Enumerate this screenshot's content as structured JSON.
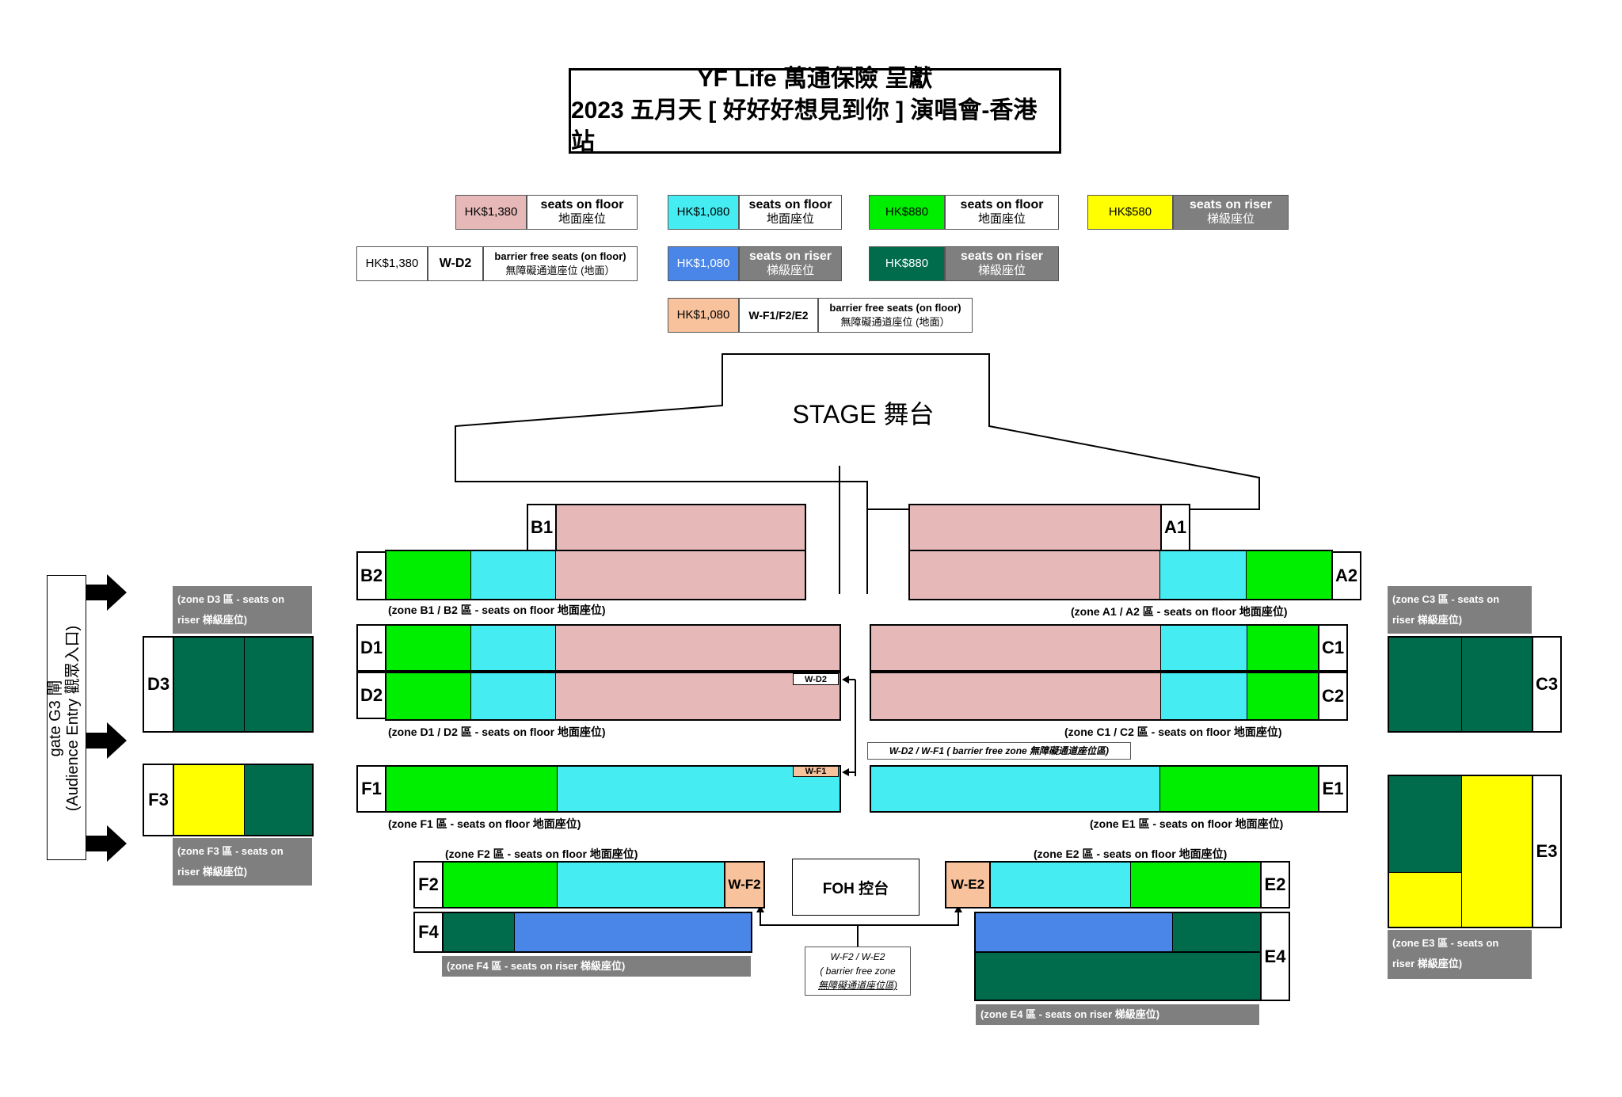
{
  "title": {
    "line1": "YF Life 萬通保險 呈獻",
    "line2": "2023 五月天 [  好好好想見到你  ] 演唱會-香港站"
  },
  "legend": {
    "pink_price": "HK$1,380",
    "pink_en": "seats on floor",
    "pink_zh": "地面座位",
    "cyan_price": "HK$1,080",
    "cyan_en": "seats on floor",
    "cyan_zh": "地面座位",
    "green_price": "HK$880",
    "green_en": "seats on floor",
    "green_zh": "地面座位",
    "yellow_price": "HK$580",
    "yellow_en": "seats on riser",
    "yellow_zh": "梯級座位",
    "wd2_price": "HK$1,380",
    "wd2_code": "W-D2",
    "wd2_en": "barrier free seats (on floor)",
    "wd2_zh": "無障礙通道座位 (地面）",
    "blue_price": "HK$1,080",
    "blue_en": "seats on riser",
    "blue_zh": "梯級座位",
    "dgreen_price": "HK$880",
    "dgreen_en": "seats on riser",
    "dgreen_zh": "梯級座位",
    "wf_price": "HK$1,080",
    "wf_code": "W-F1/F2/E2",
    "wf_en": "barrier free seats (on floor)",
    "wf_zh": "無障礙通道座位 (地面）"
  },
  "stage": {
    "label": "STAGE  舞台"
  },
  "gate": {
    "line1": "gate G3 閘",
    "line2": "(Audience Entry 觀眾入口)"
  },
  "zones": {
    "A1": "A1",
    "A2": "A2",
    "B1": "B1",
    "B2": "B2",
    "C1": "C1",
    "C2": "C2",
    "C3": "C3",
    "D1": "D1",
    "D2": "D2",
    "D3": "D3",
    "E1": "E1",
    "E2": "E2",
    "E3": "E3",
    "E4": "E4",
    "F1": "F1",
    "F2": "F2",
    "F3": "F3",
    "F4": "F4"
  },
  "captions": {
    "b": "(zone B1 / B2 區  - seats on floor  地面座位)",
    "a": "(zone A1 / A2 區  - seats on floor  地面座位)",
    "d": "(zone D1 / D2 區  - seats on floor  地面座位)",
    "c": "(zone C1 / C2 區  - seats on floor  地面座位)",
    "f1": "(zone F1 區  - seats on floor  地面座位)",
    "e1": "(zone E1 區  - seats on floor  地面座位)",
    "f2": "(zone F2 區  - seats on floor  地面座位)",
    "e2": "(zone E2 區  - seats on floor  地面座位)",
    "f4": "(zone F4 區  - seats on riser  梯級座位)",
    "e4": "(zone E4 區  - seats on riser  梯級座位)",
    "d3_l1": "(zone D3 區  - seats on",
    "d3_l2": "riser  梯級座位)",
    "c3_l1": "(zone C3 區  - seats on",
    "c3_l2": "riser  梯級座位)",
    "f3_l1": "(zone F3 區  - seats on",
    "f3_l2": "riser  梯級座位)",
    "e3_l1": "(zone E3 區  - seats on",
    "e3_l2": "riser  梯級座位)"
  },
  "wtags": {
    "wd2": "W-D2",
    "wf1": "W-F1",
    "wf2": "W-F2",
    "we2": "W-E2"
  },
  "notes": {
    "wd2wf1": "W-D2 / W-F1 ( barrier free zone    無障礙通道座位區)",
    "wf2we2_l1": "W-F2 / W-E2",
    "wf2we2_l2": "( barrier free zone",
    "wf2we2_l3": "無障礙通道座位區)"
  },
  "foh": "FOH   控台",
  "colors": {
    "pink": "#e6b8b8",
    "cyan": "#45ecf2",
    "green": "#00ee00",
    "dark_green": "#006c4b",
    "yellow": "#ffff00",
    "blue": "#4a86e8",
    "orange": "#f8c29c",
    "gray": "#7f7f7f"
  },
  "icons": [
    "entry-arrow-icon"
  ]
}
